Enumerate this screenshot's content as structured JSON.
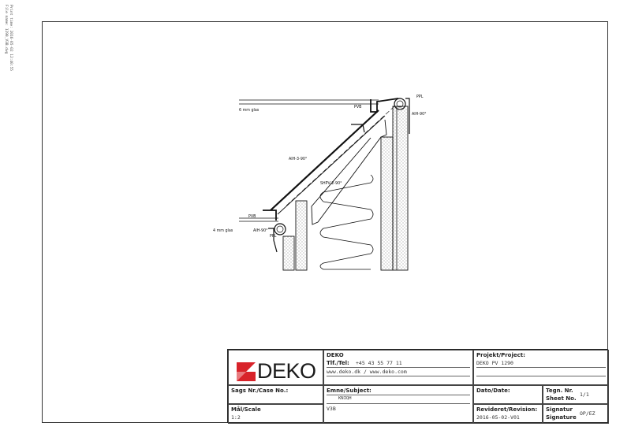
{
  "side_note": {
    "line1": "Print time: 2016-05-02 12:40:55",
    "line2": "File name: 1290_V3B.dwg"
  },
  "drawing_labels": {
    "ppl_top": "PPL",
    "aih_top": "AIH-90°",
    "glass_6": "6 mm glas",
    "pvb_top": "PVB",
    "aih3": "AIH-3-90°",
    "shpv": "SHPV-2-90°",
    "pvb_bottom": "PVB",
    "glass_4": "4 mm glas",
    "aih_bottom": "AIH-90°",
    "ppl_bottom": "PPL"
  },
  "title_block": {
    "logo_text": "DEKO",
    "company": {
      "name": "DEKO",
      "phone_label": "Tlf./Tel:",
      "phone": "+45 43 55 77 11",
      "web": "www.deko.dk / www.deko.com"
    },
    "project": {
      "label": "Projekt/Project:",
      "value": "DEKO PV 1290"
    },
    "case": {
      "label": "Sags Nr./Case No.:",
      "value": ""
    },
    "subject": {
      "label": "Emne/Subject:",
      "line1": "KNIQH",
      "line2": "V3B"
    },
    "date": {
      "label": "Dato/Date:",
      "value": ""
    },
    "sheet": {
      "label1": "Tegn. Nr.",
      "label2": "Sheet No.",
      "value": "1/1"
    },
    "scale": {
      "label": "Mål/Scale",
      "value": "1:2"
    },
    "revision": {
      "label": "Revideret/Revision:",
      "value": "2016-05-02-V01"
    },
    "signature": {
      "label1": "Signatur",
      "label2": "Signature",
      "value": "OP/EZ"
    }
  },
  "colors": {
    "logo_red": "#d8232a",
    "line": "#222222"
  }
}
